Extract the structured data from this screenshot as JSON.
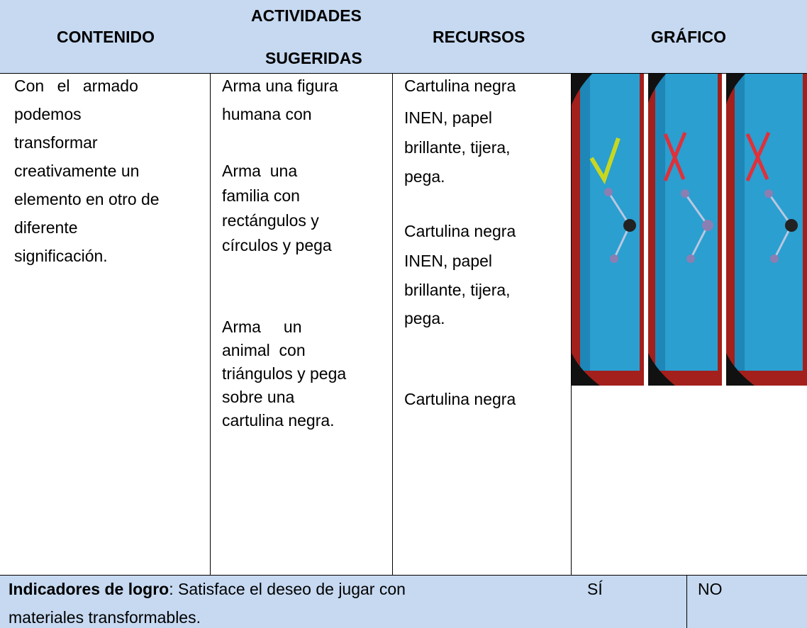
{
  "headers": {
    "contenido": "CONTENIDO",
    "actividades_line1": "ACTIVIDADES",
    "actividades_line2": "SUGERIDAS",
    "recursos": "RECURSOS",
    "grafico": "GRÁFICO"
  },
  "contenido": {
    "lines": [
      "Con el armado",
      "podemos",
      "transformar",
      "creativamente un",
      "elemento en otro de",
      "diferente",
      "significación."
    ]
  },
  "actividades": {
    "item1": [
      "Arma una figura",
      "humana con"
    ],
    "item2": [
      "Arma  una",
      "familia con",
      "rectángulos y",
      "círculos y pega"
    ],
    "item3": [
      "Arma     un",
      "animal  con",
      "triángulos y pega",
      "sobre una",
      "cartulina negra."
    ]
  },
  "recursos": {
    "item1": [
      "Cartulina negra",
      "INEN, papel",
      "brillante, tijera,",
      "pega."
    ],
    "item2": [
      "Cartulina negra",
      "INEN, papel",
      "brillante, tijera,",
      "pega."
    ],
    "item3": [
      "Cartulina negra"
    ]
  },
  "footer": {
    "indicadores_bold": "Indicadores de logro",
    "indicadores_rest": ": Satisface el deseo de jugar con",
    "indicadores_line2": "materiales transformables.",
    "si": "SÍ",
    "no": "NO"
  },
  "grafico": {
    "images": [
      {
        "mark": "check-mark-icon",
        "mark_color": "#c8d820"
      },
      {
        "mark": "x-mark-icon",
        "mark_color": "#e0303a"
      },
      {
        "mark": "x-mark-icon",
        "mark_color": "#e0303a"
      }
    ],
    "colors": {
      "felt": "#2a9fd0",
      "rail": "#a3201c"
    }
  }
}
